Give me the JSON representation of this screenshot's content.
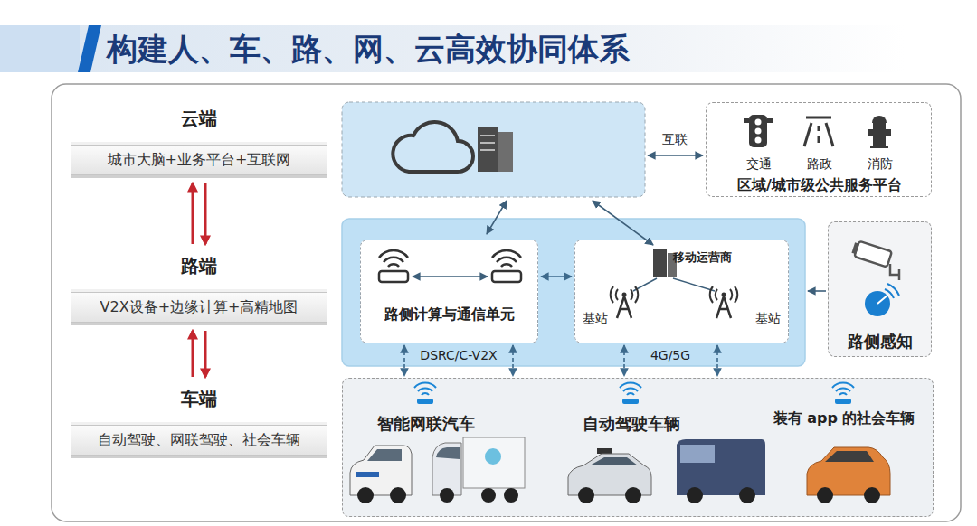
{
  "diagram": {
    "title": "构建人、车、路、网、云高效协同体系",
    "nodes": [
      {
        "text": [
          "云端",
          "城市大脑+业务平台+互联网"
        ]
      },
      {
        "text": [
          "路端",
          "V2X设备+边缘计算+高精地图"
        ]
      },
      {
        "text": [
          "车端",
          "自动驾驶、网联驾驶、社会车辆"
        ]
      },
      {
        "text": [
          "交通",
          "路政",
          "消防",
          "区域/城市级公共服务平台"
        ]
      },
      {
        "text": [
          "路侧计算与通信单元"
        ]
      },
      {
        "text": [
          "移动运营商",
          "基站",
          "基站"
        ]
      },
      {
        "text": [
          "路侧感知"
        ]
      },
      {
        "text": [
          "智能网联汽车",
          "自动驾驶车辆",
          "装有 app 的社会车辆"
        ]
      }
    ],
    "edges": [
      {
        "from": 0,
        "to": 1,
        "arrow": "both"
      },
      {
        "from": 1,
        "to": 2,
        "arrow": "both"
      },
      {
        "from": 4,
        "to": 5,
        "arrow": "both"
      },
      {
        "from": 4,
        "to": 7,
        "arrow": "both",
        "label": "DSRC/C-V2X"
      },
      {
        "from": 4,
        "to": 7,
        "arrow": "both"
      },
      {
        "from": 5,
        "to": 7,
        "arrow": "both",
        "label": "4G/5G"
      },
      {
        "from": 5,
        "to": 7,
        "arrow": "both"
      }
    ],
    "labels": [
      "互联"
    ]
  }
}
